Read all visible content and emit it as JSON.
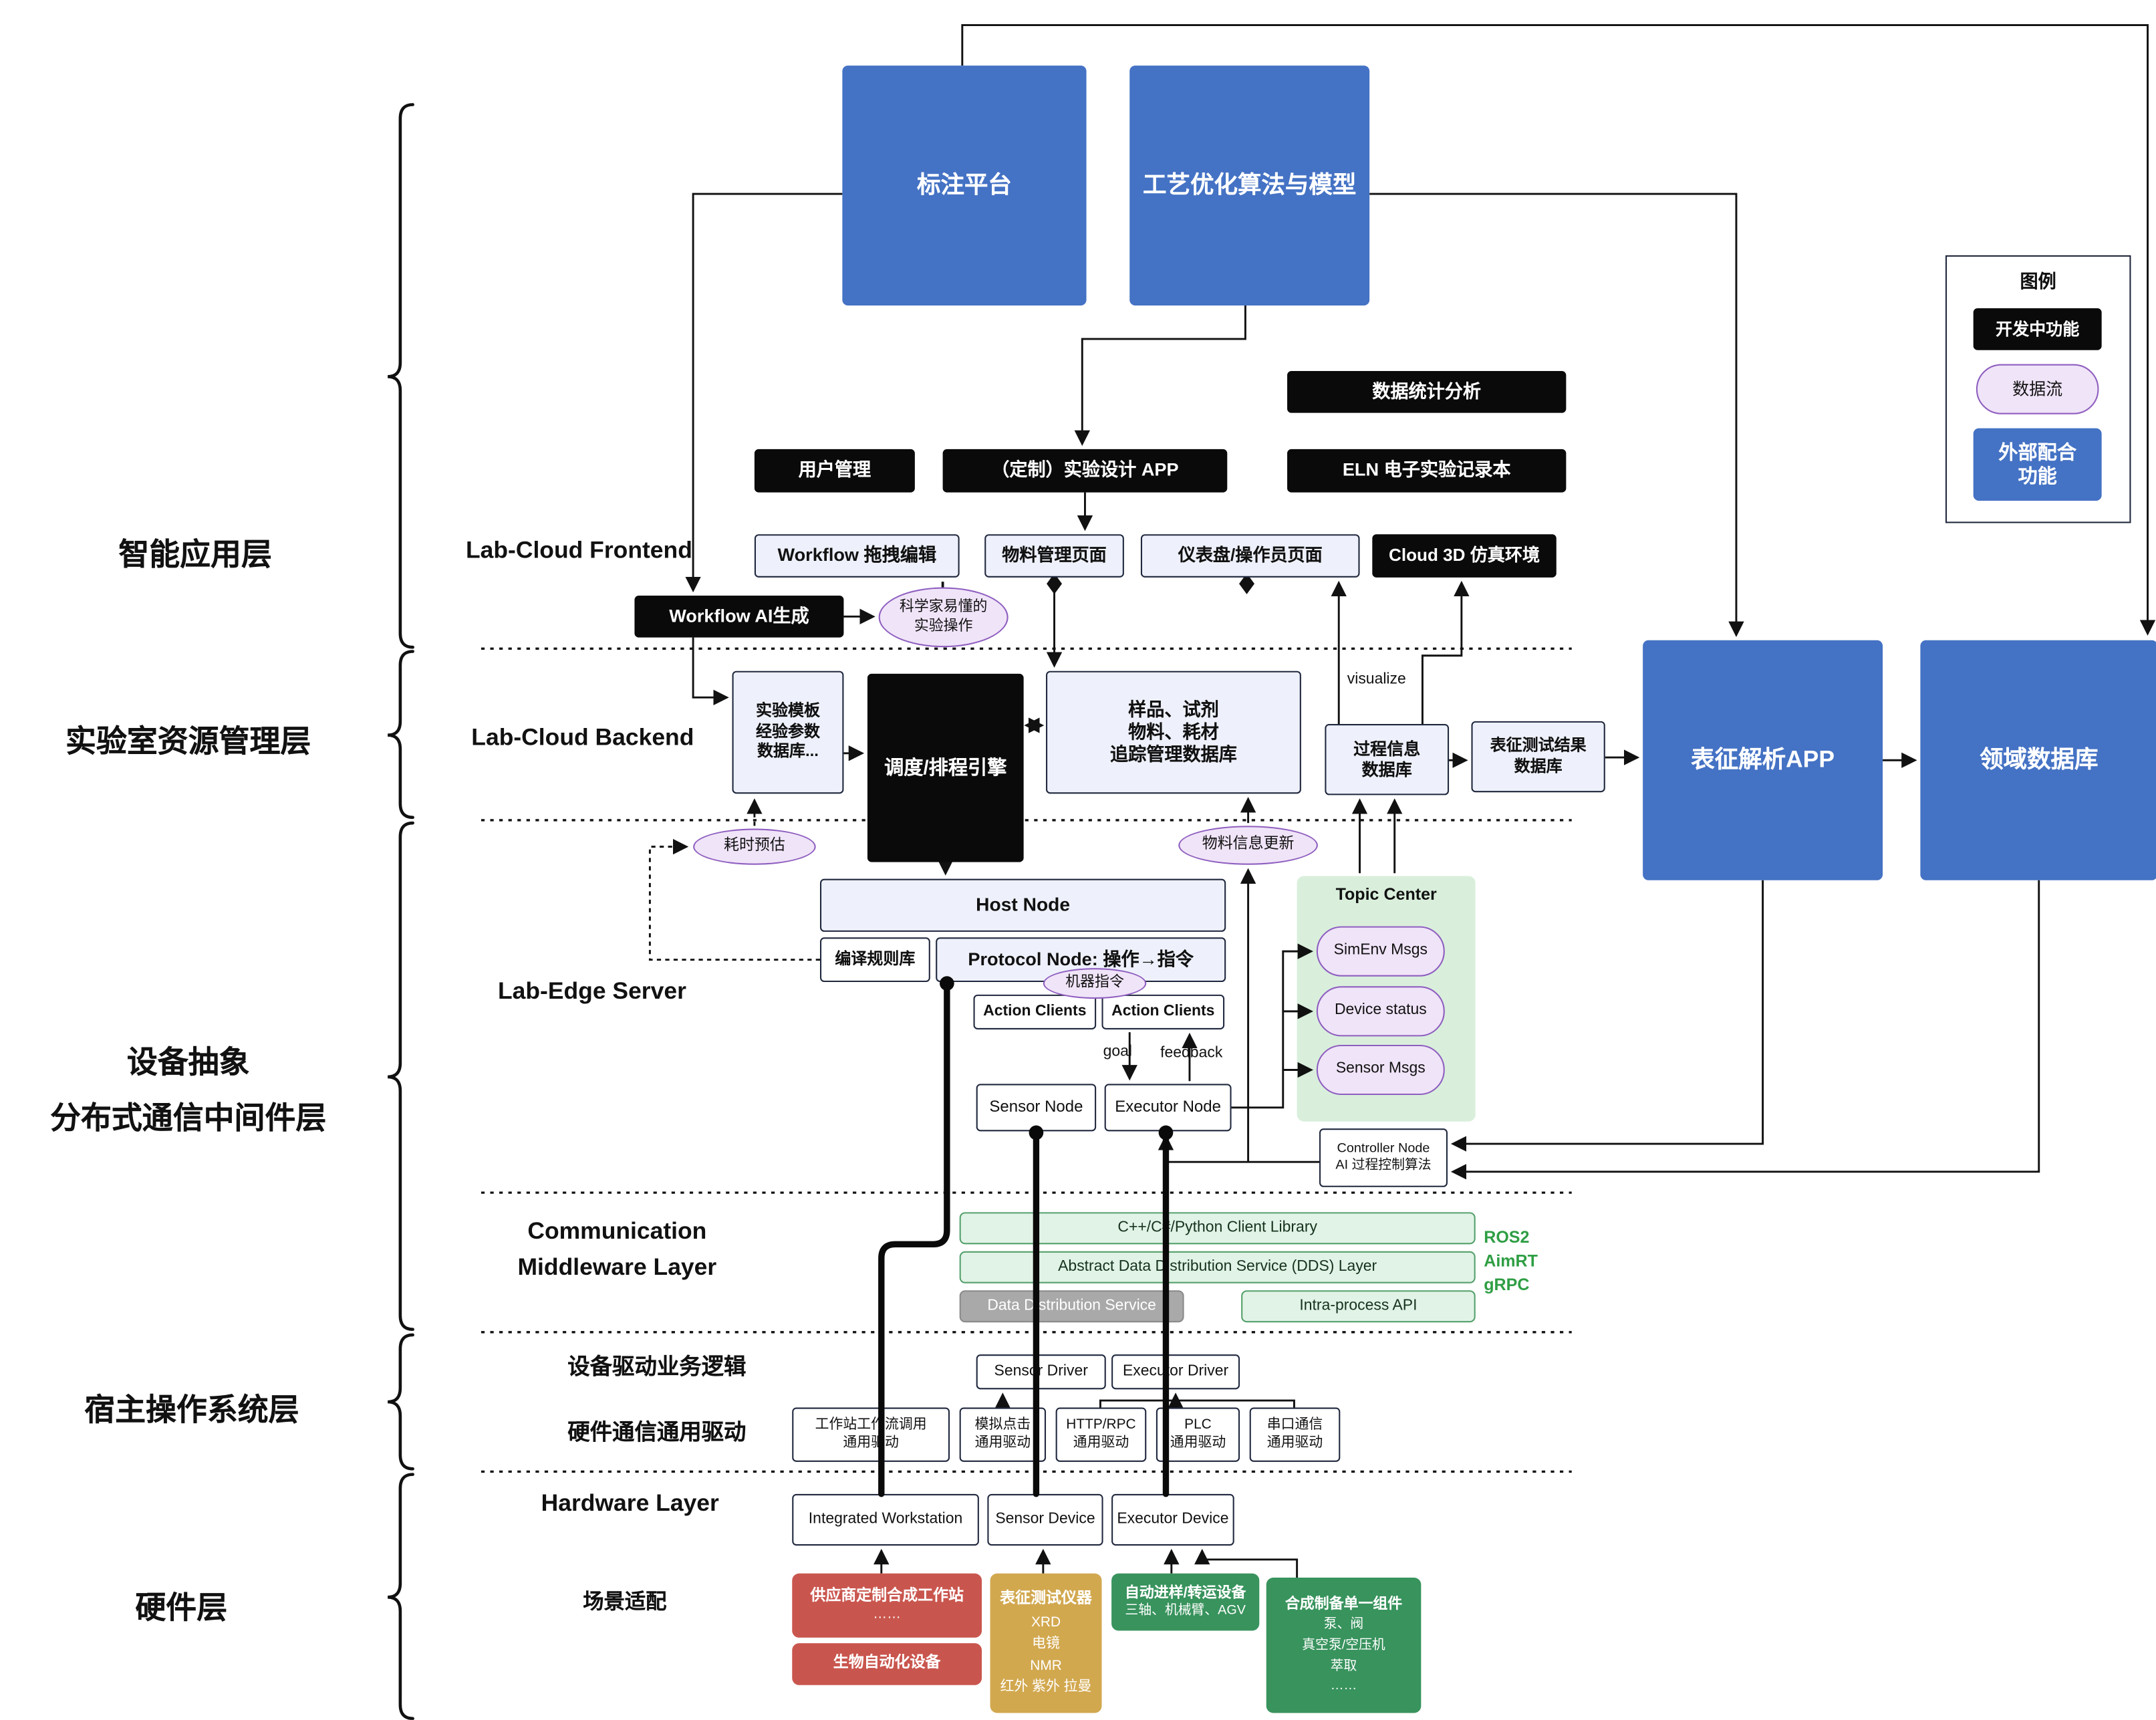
{
  "legend": {
    "title": "图例",
    "dev": "开发中功能",
    "flow": "数据流",
    "external": [
      "外部配合",
      "功能"
    ]
  },
  "layers": {
    "app": "智能应用层",
    "resource": "实验室资源管理层",
    "middleware": [
      "设备抽象",
      "分布式通信中间件层"
    ],
    "host": "宿主操作系统层",
    "hardware": "硬件层"
  },
  "sections": {
    "frontend": "Lab-Cloud Frontend",
    "backend": "Lab-Cloud Backend",
    "edge": "Lab-Edge Server",
    "comm": [
      "Communication",
      "Middleware Layer"
    ],
    "driver_logic": "设备驱动业务逻辑",
    "hw_comm": "硬件通信通用驱动",
    "hardware": "Hardware Layer",
    "scene": "场景适配"
  },
  "nodes": {
    "annotation": {
      "label": "标注平台"
    },
    "process_opt": {
      "label": "工艺优化算法与模型"
    },
    "data_stats": {
      "label": "数据统计分析"
    },
    "user_mgmt": {
      "label": "用户管理"
    },
    "custom_app": {
      "label": "（定制）实验设计 APP"
    },
    "eln": {
      "label": "ELN 电子实验记录本"
    },
    "wf_edit": {
      "label": "Workflow 拖拽编辑"
    },
    "material_page": {
      "label": "物料管理页面"
    },
    "dashboard_page": {
      "label": "仪表盘/操作员页面"
    },
    "cloud3d": {
      "label": "Cloud 3D 仿真环境"
    },
    "wf_ai": {
      "label": "Workflow AI生成"
    },
    "sci_ops": {
      "lines": [
        "科学家易懂的",
        "实验操作"
      ]
    },
    "template_db": {
      "lines": [
        "实验模板",
        "经验参数",
        "数据库..."
      ]
    },
    "scheduler": {
      "label": "调度/排程引擎"
    },
    "sample_db": {
      "lines": [
        "样品、试剂",
        "物料、耗材",
        "追踪管理数据库"
      ]
    },
    "process_db": {
      "lines": [
        "过程信息",
        "数据库"
      ]
    },
    "char_result_db": {
      "lines": [
        "表征测试结果",
        "数据库"
      ]
    },
    "char_app": {
      "label": "表征解析APP"
    },
    "domain_db": {
      "label": "领域数据库"
    },
    "time_est": {
      "label": "耗时预估"
    },
    "material_update": {
      "label": "物料信息更新"
    },
    "host_node": {
      "label": "Host Node"
    },
    "compile_rules": {
      "label": "编译规则库"
    },
    "protocol_node": {
      "label": "Protocol Node: 操作→指令"
    },
    "machine_cmd": {
      "label": "机器指令"
    },
    "action_clients_1": {
      "label": "Action Clients"
    },
    "action_clients_2": {
      "label": "Action Clients"
    },
    "sensor_node": {
      "label": "Sensor Node"
    },
    "executor_node": {
      "label": "Executor Node"
    },
    "topic_center": {
      "title": "Topic Center"
    },
    "simenv_msgs": {
      "label": "SimEnv Msgs"
    },
    "device_status": {
      "label": "Device status"
    },
    "sensor_msgs": {
      "label": "Sensor Msgs"
    },
    "controller_node": {
      "lines": [
        "Controller Node",
        "AI 过程控制算法"
      ]
    },
    "client_lib": {
      "label": "C++/C#/Python Client Library"
    },
    "dds_layer": {
      "label": "Abstract Data Distribution Service (DDS) Layer"
    },
    "dds_service": {
      "label": "Data Distribution Service"
    },
    "intra_api": {
      "label": "Intra-process API"
    },
    "sensor_driver": {
      "label": "Sensor Driver"
    },
    "executor_driver": {
      "label": "Executor Driver"
    },
    "ws_driver": {
      "lines": [
        "工作站工作流调用",
        "通用驱动"
      ]
    },
    "click_driver": {
      "lines": [
        "模拟点击",
        "通用驱动"
      ]
    },
    "http_driver": {
      "lines": [
        "HTTP/RPC",
        "通用驱动"
      ]
    },
    "plc_driver": {
      "lines": [
        "PLC",
        "通用驱动"
      ]
    },
    "serial_driver": {
      "lines": [
        "串口通信",
        "通用驱动"
      ]
    },
    "integrated_ws": {
      "label": "Integrated Workstation"
    },
    "sensor_device": {
      "label": "Sensor Device"
    },
    "executor_device": {
      "label": "Executor Device"
    },
    "vendor_ws": {
      "title": "供应商定制合成工作站",
      "sub": "……"
    },
    "bio_auto": {
      "label": "生物自动化设备"
    },
    "char_inst": {
      "title": "表征测试仪器",
      "items": [
        "XRD",
        "电镜",
        "NMR",
        "红外 紫外 拉曼"
      ]
    },
    "transfer_dev": {
      "title": "自动进样/转运设备",
      "sub": "三轴、机械臂、AGV"
    },
    "synth_comp": {
      "title": "合成制备单一组件",
      "items": [
        "泵、阀",
        "真空泵/空压机",
        "萃取",
        "……"
      ]
    }
  },
  "annotations": {
    "visualize": "visualize",
    "goal": "goal",
    "feedback": "feedback"
  },
  "middleware_tags": {
    "ros2": "ROS2",
    "aimrt": "AimRT",
    "grpc": "gRPC"
  },
  "colors": {
    "primary_blue": "#4472C4",
    "dev_feature_black": "#0A0A0A",
    "data_flow_purple": "#F0E4F8",
    "middleware_green": "#E1F3E6",
    "topic_green": "#D9EFDC",
    "vendor_red": "#C9564E",
    "instrument_tan": "#D2A84F",
    "device_green": "#38935D",
    "tag_green": "#2F9E44"
  }
}
